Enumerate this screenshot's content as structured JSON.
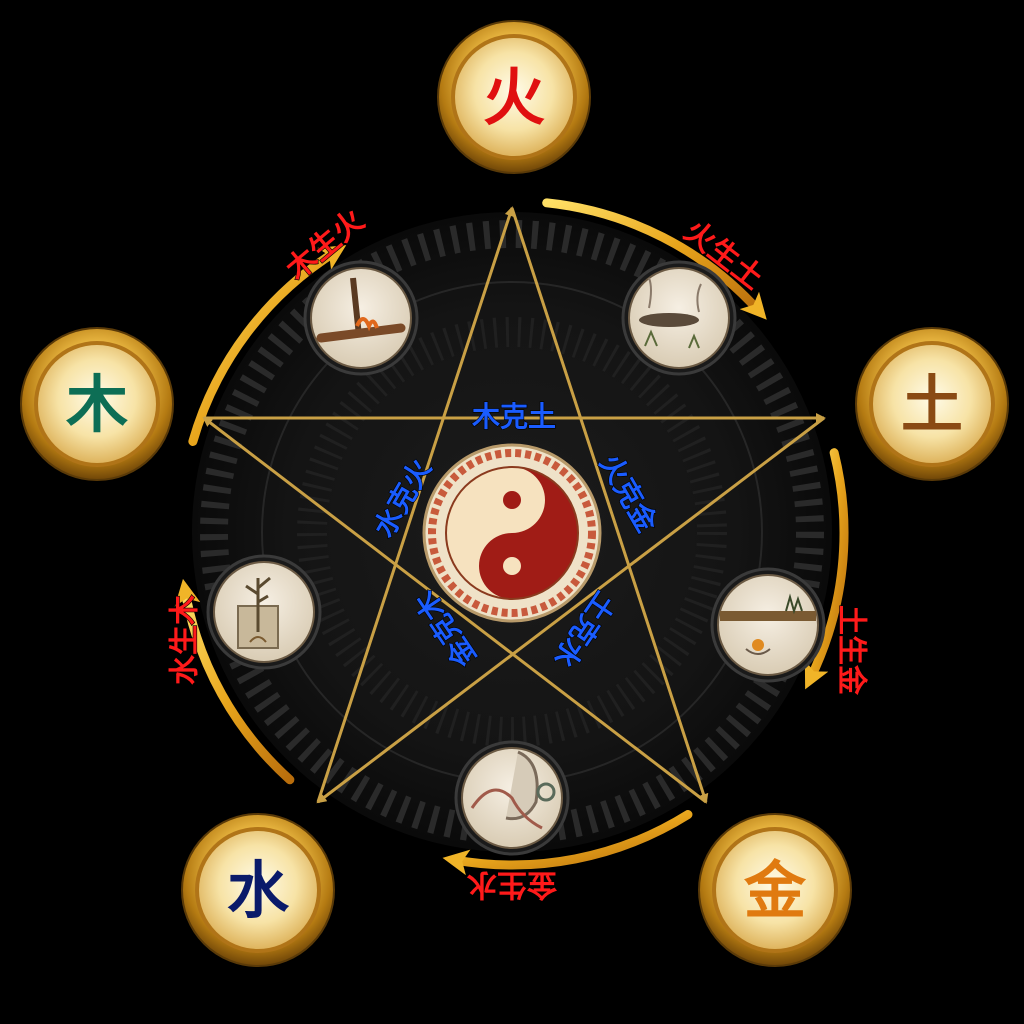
{
  "elements": {
    "fire": {
      "char": "火",
      "color": "#e01010"
    },
    "earth": {
      "char": "土",
      "color": "#8a4a14"
    },
    "metal": {
      "char": "金",
      "color": "#e07a10"
    },
    "water": {
      "char": "水",
      "color": "#0a1a6a"
    },
    "wood": {
      "char": "木",
      "color": "#0d6e55"
    }
  },
  "generating": {
    "wood_fire": "木生火",
    "fire_earth": "火生土",
    "earth_metal": "土生金",
    "metal_water": "金生水",
    "water_wood": "水生木"
  },
  "overcoming": {
    "wood_earth": "木克土",
    "fire_metal": "火克金",
    "earth_water": "土克水",
    "metal_wood": "金克木",
    "water_fire": "水克火"
  },
  "colors": {
    "generating_label": "#ff1a1a",
    "overcoming_label": "#1a5cff",
    "gold": "#e0a020",
    "star_line": "#c9a045"
  },
  "illustrations": {
    "wood_fire": "fire-drill-icon",
    "fire_earth": "ash-icon",
    "earth_metal": "ore-icon",
    "metal_water": "water-vessel-icon",
    "water_wood": "sapling-icon"
  }
}
